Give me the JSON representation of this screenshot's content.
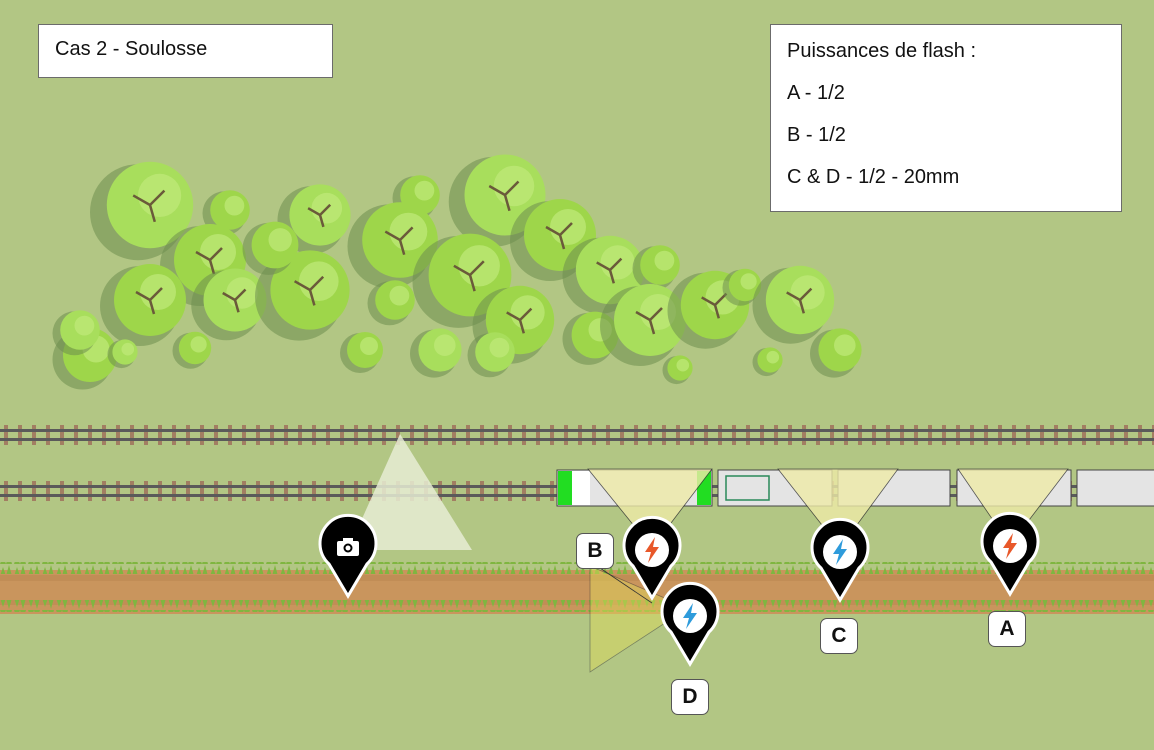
{
  "title": "Cas 2 - Soulosse",
  "legend": {
    "heading": "Puissances de flash :",
    "lines": [
      "A - 1/2",
      "B - 1/2",
      "C & D - 1/2 - 20mm"
    ]
  },
  "labels": {
    "A": "A",
    "B": "B",
    "C": "C",
    "D": "D"
  },
  "icons": {
    "camera": "camera-icon",
    "flash_orange": "lightning-bolt-icon",
    "flash_blue": "lightning-bolt-icon"
  },
  "colors": {
    "background": "#b2c684",
    "flash_orange": "#e8582a",
    "flash_blue": "#2e9bdb",
    "light_cone": "#efeba8",
    "camera_cone": "#e6ecd3",
    "path": "#c9955d",
    "train": "#e4e4e4",
    "train_green": "#22dd22",
    "trees_light": "#9ed64a",
    "trees_dark": "#6e8e4e"
  }
}
